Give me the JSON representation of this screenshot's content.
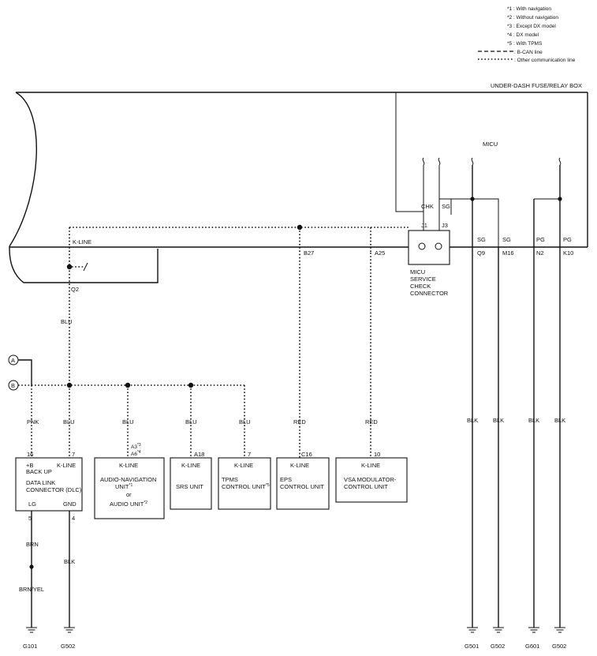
{
  "legend": {
    "items": [
      "*1 : With navigation",
      "*2 : Without navigation",
      "*3 : Except DX model",
      "*4 : DX model",
      "*5 : With TPMS"
    ],
    "bcan_label": ": B-CAN line",
    "other_label": ": Other communication line"
  },
  "fuse_box": {
    "title": "UNDER-DASH FUSE/RELAY BOX",
    "micu": "MICU"
  },
  "trunk": {
    "kline": "K-LINE",
    "q2": "Q2",
    "b27": "B27",
    "a25": "A25"
  },
  "micu_pins": {
    "chk": "CHK",
    "sg": "SG",
    "j1": "J1",
    "j3": "J3",
    "pins": [
      {
        "top": "SG",
        "bottom": "Q9",
        "wire": "BLK",
        "ground": "G501"
      },
      {
        "top": "SG",
        "bottom": "M16",
        "wire": "BLK",
        "ground": "G502"
      },
      {
        "top": "PG",
        "bottom": "N2",
        "wire": "BLK",
        "ground": "G601"
      },
      {
        "top": "PG",
        "bottom": "K10",
        "wire": "BLK",
        "ground": "G502"
      }
    ]
  },
  "service_connector": [
    "MICU",
    "SERVICE",
    "CHECK",
    "CONNECTOR"
  ],
  "connectors": {
    "a": "A",
    "b": "B"
  },
  "wires": {
    "blu": "BLU",
    "pnk": "PNK",
    "red": "RED",
    "brn": "BRN",
    "brn_yel": "BRN/YEL",
    "blk": "BLK"
  },
  "units": {
    "dlc": {
      "pin_b": "16",
      "pin_k": "7",
      "b_label_1": "+B",
      "b_label_2": "BACK UP",
      "k_label": "K-LINE",
      "name_1": "DATA LINK",
      "name_2": "CONNECTOR (DLC)",
      "lg": "LG",
      "gnd": "GND",
      "pin_lg": "5",
      "pin_gnd": "4",
      "ground_lg": "G101",
      "ground_gnd": "G502"
    },
    "audio": {
      "pin_1": "A3",
      "pin_1_sup": "*3",
      "pin_2": "A6",
      "pin_2_sup": "*4",
      "k_label": "K-LINE",
      "name_1": "AUDIO-NAVIGATION",
      "name_2": "UNIT",
      "name_2_sup": "*1",
      "or": "or",
      "name_3": "AUDIO UNIT",
      "name_3_sup": "*2"
    },
    "srs": {
      "pin": "A18",
      "k_label": "K-LINE",
      "name_1": "SRS UNIT"
    },
    "tpms": {
      "pin": "7",
      "k_label": "K-LINE",
      "name_1": "TPMS",
      "name_2": "CONTROL UNIT",
      "name_2_sup": "*5"
    },
    "eps": {
      "pin": "C16",
      "k_label": "K-LINE",
      "name_1": "EPS",
      "name_2": "CONTROL UNIT"
    },
    "vsa": {
      "pin": "10",
      "k_label": "K-LINE",
      "name_1": "VSA MODULATOR-",
      "name_2": "CONTROL UNIT"
    }
  }
}
